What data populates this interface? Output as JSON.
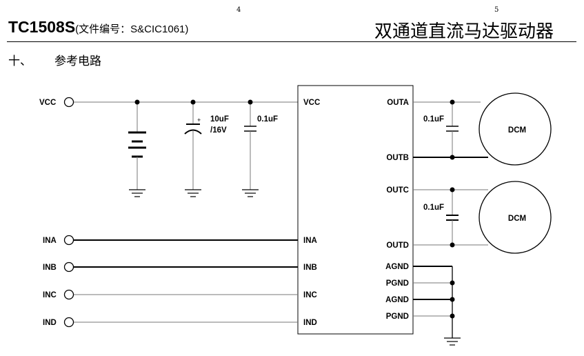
{
  "header": {
    "page_left": "4",
    "page_right": "5",
    "part_number": "TC1508S",
    "doc_code": "(文件编号：S&CIC1061)",
    "product_title": "双通道直流马达驱动器"
  },
  "section": {
    "number": "十、",
    "title": "参考电路"
  },
  "circuit": {
    "vcc_terminal": "VCC",
    "input_terminals": [
      "INA",
      "INB",
      "INC",
      "IND"
    ],
    "ic_left_pins": [
      "VCC",
      "INA",
      "INB",
      "INC",
      "IND"
    ],
    "ic_right_pins": [
      "OUTA",
      "OUTB",
      "OUTC",
      "OUTD",
      "AGND",
      "PGND",
      "AGND",
      "PGND"
    ],
    "electrolytic_cap": {
      "value": "10uF",
      "voltage": "/16V",
      "polarity": "+"
    },
    "decoupling_cap": "0.1uF",
    "motor_caps": [
      "0.1uF",
      "0.1uF"
    ],
    "motors": [
      "DCM",
      "DCM"
    ]
  }
}
